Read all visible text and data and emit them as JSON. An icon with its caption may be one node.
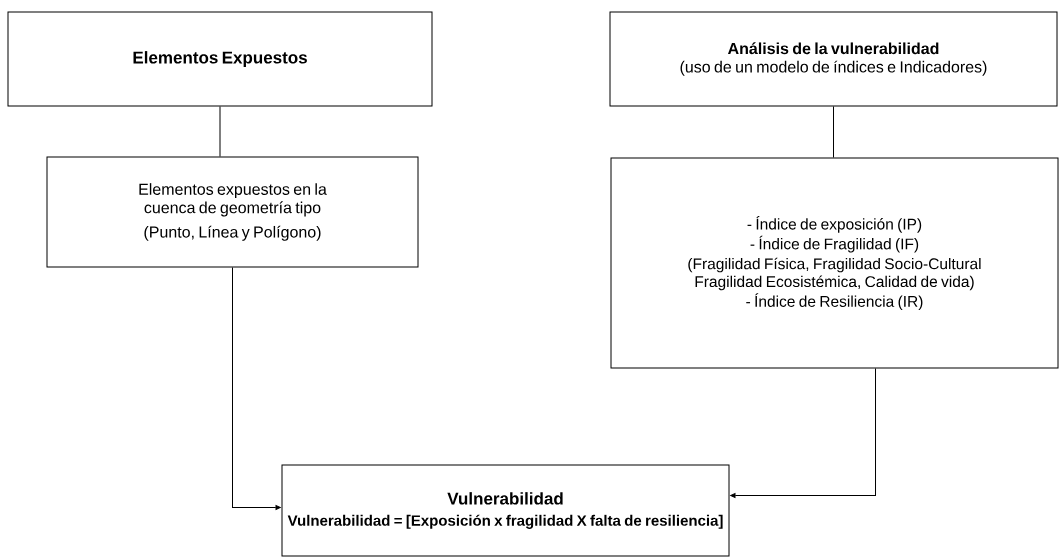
{
  "diagram": {
    "nodes": [
      {
        "text": [
          "Elementos Expuestos"
        ]
      },
      {
        "text": [
          "Elementos expuestos en la cuenca de geometría tipo",
          "(Punto, Línea y Polígono)"
        ]
      },
      {
        "text": [
          "Análisis de la vulnerabilidad",
          "(uso de un modelo de índices e Indicadores)"
        ]
      },
      {
        "text": [
          "- Índice de exposición (IP)",
          "- Índice de Fragilidad (IF)",
          "(Fragilidad Física, Fragilidad Socio-Cultural Fragilidad Ecosistémica, Calidad de vida)",
          "- Índice de Resiliencia (IR)"
        ]
      },
      {
        "text": [
          "Vulnerabilidad",
          "Vulnerabilidad = [Exposición x fragilidad X falta de resiliencia]"
        ]
      }
    ],
    "edges": [
      {
        "from": 0,
        "to": 1,
        "arrow": "none"
      },
      {
        "from": 2,
        "to": 3,
        "arrow": "none"
      },
      {
        "from": 1,
        "to": 4,
        "arrow": "to"
      },
      {
        "from": 3,
        "to": 4,
        "arrow": "to"
      }
    ]
  }
}
